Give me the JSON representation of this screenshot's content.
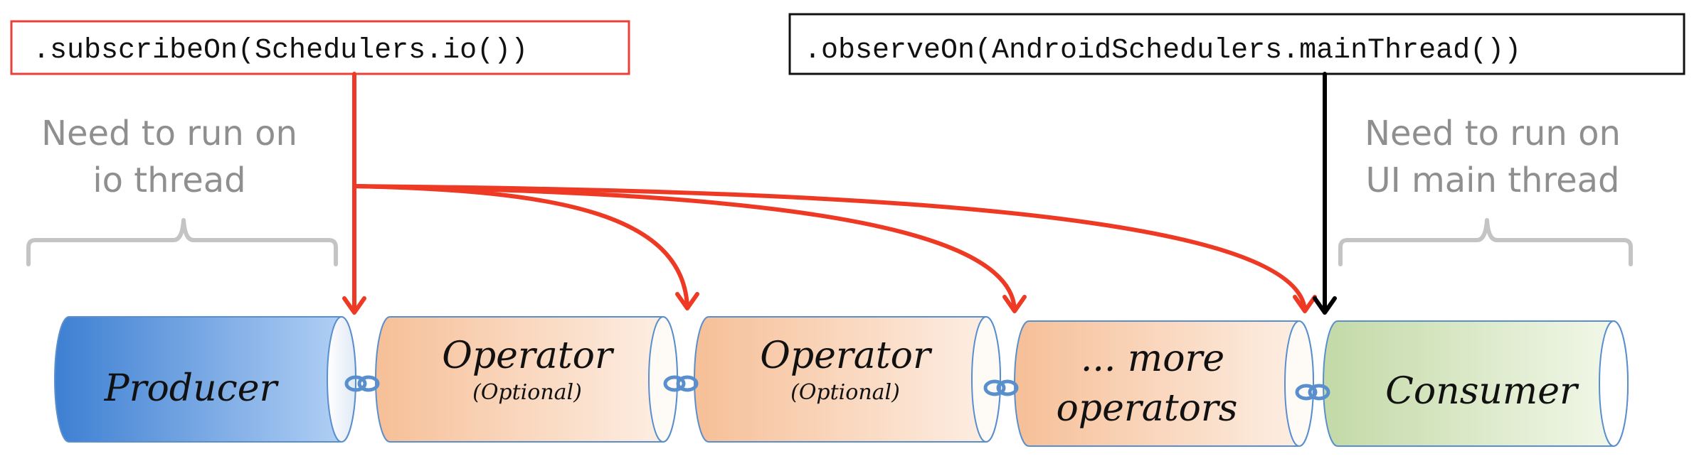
{
  "code_boxes": {
    "subscribe": {
      "text": ".subscribeOn(Schedulers.io())",
      "border_color": "#e8413a"
    },
    "observe": {
      "text": ".observeOn(AndroidSchedulers.mainThread())",
      "border_color": "#111111"
    }
  },
  "notes": {
    "io": {
      "line1": "Need to run on",
      "line2": "io thread"
    },
    "ui": {
      "line1": "Need to run on",
      "line2": "UI main thread"
    }
  },
  "pipeline": {
    "producer": {
      "label": "Producer"
    },
    "operator1": {
      "label": "Operator",
      "sublabel": "(Optional)"
    },
    "operator2": {
      "label": "Operator",
      "sublabel": "(Optional)"
    },
    "more": {
      "line1": "... more",
      "line2": "operators"
    },
    "consumer": {
      "label": "Consumer"
    }
  },
  "colors": {
    "arrow_red": "#ee3a24",
    "arrow_black": "#000000",
    "note_gray": "#8f8f8f",
    "bracket_gray": "#c4c4c4",
    "producer_dark": "#3d7fd2",
    "producer_light": "#b6d3f6",
    "operator_dark": "#f6bf97",
    "operator_light": "#fdf0e6",
    "consumer_dark": "#c3d9a6",
    "consumer_light": "#f4f9ec",
    "link_blue": "#5a8fcd"
  }
}
